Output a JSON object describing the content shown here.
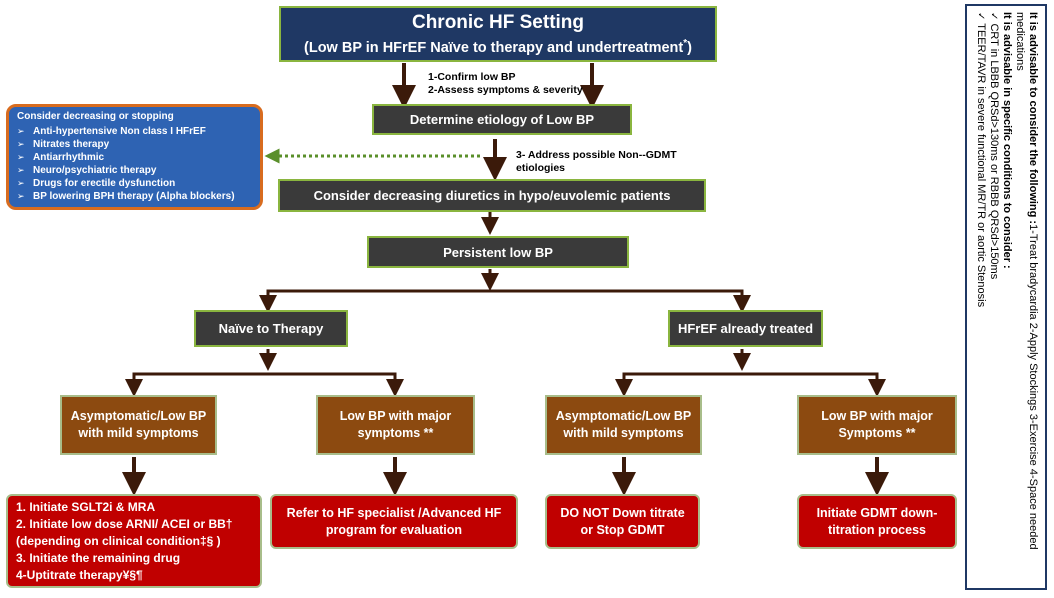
{
  "title": {
    "line1": "Chronic HF Setting",
    "line2": "(Low BP in HFrEF Naïve to therapy and undertreatment",
    "star": "*",
    "close": ")"
  },
  "annotations": {
    "confirm": "1-Confirm low BP",
    "assess": "2-Assess symptoms & severity",
    "address1": "3- Address possible Non--GDMT",
    "address2": "etiologies"
  },
  "boxes": {
    "etiology": "Determine etiology of Low BP",
    "diuretics": "Consider decreasing diuretics in hypo/euvolemic patients",
    "persistent": "Persistent low BP",
    "naive": "Naïve to Therapy",
    "treated": "HFrEF already treated",
    "asym_left_1": "Asymptomatic/Low BP",
    "asym_left_2": "with mild symptoms",
    "major_left_1": "Low BP with major",
    "major_left_2": "symptoms  **",
    "asym_right_1": "Asymptomatic/Low BP",
    "asym_right_2": "with mild symptoms",
    "major_right_1": "Low BP with major",
    "major_right_2": "Symptoms **",
    "refer_1": "Refer to HF specialist /Advanced HF",
    "refer_2": "program for evaluation",
    "donot_1": "DO NOT Down titrate",
    "donot_2": "or Stop GDMT",
    "initiate_gdmt_1": "Initiate GDMT down-",
    "initiate_gdmt_2": "titration process"
  },
  "steps": [
    "1.   Initiate SGLT2i  & MRA",
    "2. Initiate low dose ARNI/ ACEI or BB†",
    "(depending on clinical condition‡§ )",
    "3. Initiate the remaining drug",
    "4-Uptitrate therapy¥§¶"
  ],
  "consider": {
    "heading": "Consider decreasing or stopping",
    "items": [
      "Anti-hypertensive Non class I HFrEF",
      "Nitrates therapy",
      "Antiarrhythmic",
      "Neuro/psychiatric therapy",
      "Drugs for erectile dysfunction",
      "BP lowering BPH therapy (Alpha blockers)"
    ]
  },
  "side": {
    "line1_bold": "It is advisable to consider the following :",
    "line1_rest": "1-Treat bradycardia  2-Apply Stockings 3-Exercise 4-Space  needed medications",
    "line2_bold": "It is advisable in specific conditions to consider :",
    "bullet1": "CRT in LBBB QRSd>130ms or  RBBB QRSd>150ms",
    "bullet2": "TEER/TAVR in severe functional MR/TR or aortic Stenosis",
    "check": "✓"
  },
  "colors": {
    "navy": "#1f3864",
    "dark": "#3a3a3a",
    "brown": "#8c4a10",
    "red": "#c00000",
    "blue": "#2e63b3",
    "orange_border": "#d86c1f",
    "dotted_arrow": "#5a8f2a",
    "connector": "#3b1a0a"
  }
}
